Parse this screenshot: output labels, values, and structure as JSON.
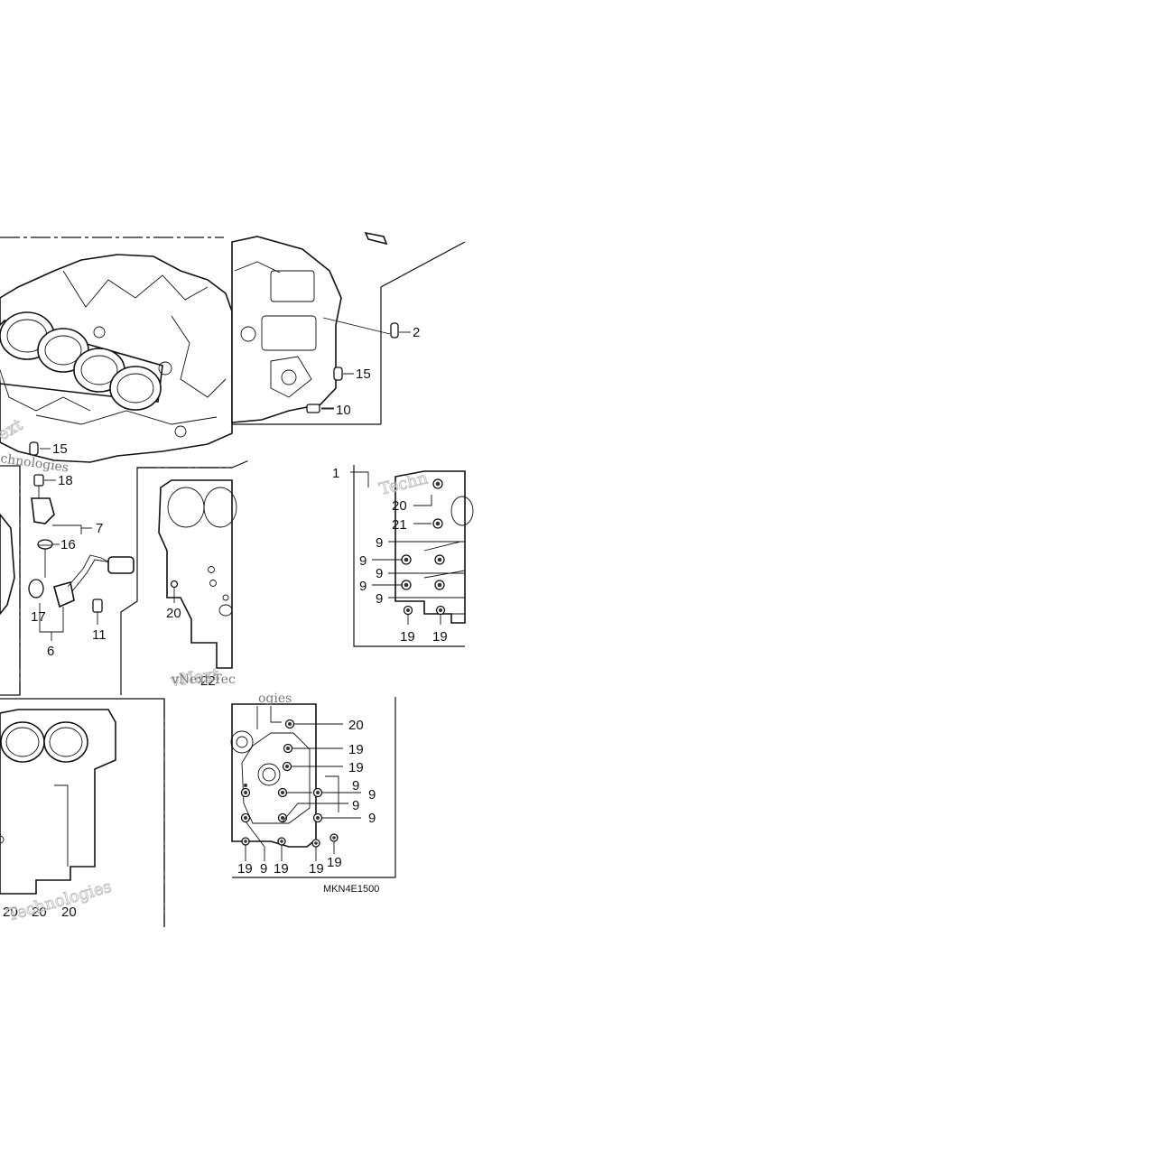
{
  "diagram": {
    "code": "MKN4E1500",
    "watermark": {
      "lines": [
        "vNext",
        "Technologies",
        "Techn",
        "vNext Tec",
        "ogies",
        "ext",
        "chnologies"
      ]
    },
    "callouts": {
      "top": [
        "2",
        "15",
        "10",
        "15"
      ],
      "sensor": [
        "18",
        "7",
        "16",
        "17",
        "6",
        "11"
      ],
      "mid_center": [
        "20",
        "22"
      ],
      "right_panel": [
        "1",
        "20",
        "21",
        "9",
        "9",
        "9",
        "9",
        "9",
        "19",
        "19"
      ],
      "bottom_right": [
        "20",
        "19",
        "19",
        "9",
        "9",
        "9",
        "9",
        "19",
        "9",
        "19",
        "19",
        "19"
      ],
      "bottom_left": [
        "20",
        "20",
        "20"
      ]
    }
  }
}
